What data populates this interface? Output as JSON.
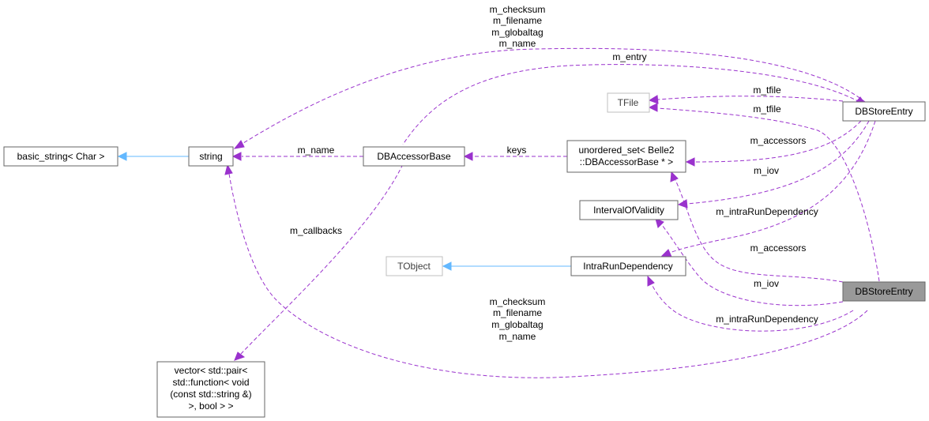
{
  "diagram": {
    "nodes": {
      "basic_string": "basic_string< Char >",
      "string": "string",
      "dbaccessorbase": "DBAccessorBase",
      "unordered_set_l1": "unordered_set< Belle2",
      "unordered_set_l2": "::DBAccessorBase * >",
      "tfile": "TFile",
      "dbstoreentry_top": "DBStoreEntry",
      "intervalofvalidity": "IntervalOfValidity",
      "tobject": "TObject",
      "intrarundependency": "IntraRunDependency",
      "dbstoreentry_focus": "DBStoreEntry",
      "vector_l1": "vector< std::pair<",
      "vector_l2": "std::function< void",
      "vector_l3": "(const std::string &)",
      "vector_l4": ">, bool > >"
    },
    "edge_labels": {
      "top_string_l1": "m_checksum",
      "top_string_l2": "m_filename",
      "top_string_l3": "m_globaltag",
      "top_string_l4": "m_name",
      "m_entry": "m_entry",
      "m_tfile_top": "m_tfile",
      "m_tfile_focus": "m_tfile",
      "m_name": "m_name",
      "keys": "keys",
      "m_accessors_top": "m_accessors",
      "m_iov_top": "m_iov",
      "m_intra_top": "m_intraRunDependency",
      "m_callbacks": "m_callbacks",
      "m_accessors_focus": "m_accessors",
      "m_iov_focus": "m_iov",
      "m_intra_focus": "m_intraRunDependency",
      "focus_string_l1": "m_checksum",
      "focus_string_l2": "m_filename",
      "focus_string_l3": "m_globaltag",
      "focus_string_l4": "m_name"
    },
    "colors": {
      "usage_edge": "#9a32cd",
      "inheritance_edge": "#63b8ff",
      "focus_node_fill": "#999999",
      "node_border": "#666666",
      "external_node_border": "#bfbfbf"
    }
  }
}
